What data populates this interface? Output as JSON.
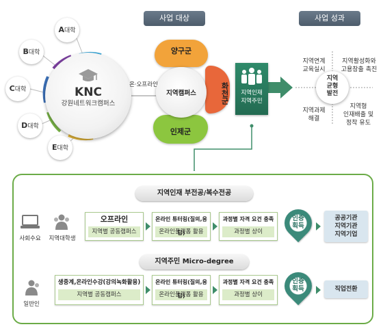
{
  "headers": {
    "target": "사업 대상",
    "outcome": "사업 성과"
  },
  "knc": {
    "title": "KNC",
    "subtitle": "강원네트워크캠퍼스"
  },
  "universities": [
    {
      "letter": "A",
      "suffix": "대학",
      "color": "#3fa9d8"
    },
    {
      "letter": "B",
      "suffix": "대학",
      "color": "#7a3f9d"
    },
    {
      "letter": "C",
      "suffix": "대학",
      "color": "#3b6fb6"
    },
    {
      "letter": "D",
      "suffix": "대학",
      "color": "#7ab547"
    },
    {
      "letter": "E",
      "suffix": "대학",
      "color": "#e8b93a"
    }
  ],
  "connector_label": "온·오프라인",
  "regional_campus": {
    "center": "지역캠퍼스",
    "top": "양구군",
    "right": "화천군",
    "bottom": "인제군",
    "colors": {
      "top": "#f2a33a",
      "right": "#e8673a",
      "bottom": "#8cc63f"
    }
  },
  "people": {
    "line1": "지역인재",
    "line2": "지역주민"
  },
  "outcomes": {
    "center_l1": "지역",
    "center_l2": "균형",
    "center_l3": "발전",
    "tl": [
      "지역연계",
      "교육실시"
    ],
    "tr": [
      "지역활성화와",
      "고용창출 촉진"
    ],
    "bl": [
      "지역과제",
      "해결"
    ],
    "br": [
      "지역형",
      "인재배출 및",
      "정착 유도"
    ]
  },
  "track1": {
    "title": "지역인재 부전공/복수전공",
    "icon1_label": "사회수요",
    "icon2_label": "지역대학생",
    "box1_top": "오프라인",
    "box1_bot": "지역별 공동캠퍼스",
    "box2_top": "온라인 튜터링(질의,응답)",
    "box2_bot": "온라인플랫폼 활용",
    "box3_top": "과정별 자격 요건 충족",
    "box3_bot": "과정별 상이",
    "pin": [
      "인증",
      "획득"
    ],
    "result": [
      "공공기관",
      "지역기관",
      "지역기업"
    ]
  },
  "track2": {
    "title": "지역주민 Micro-degree",
    "icon1_label": "일반인",
    "box1_top": "생중계,온라인수강(강의녹화활용)",
    "box1_bot": "지역별 공동캠퍼스",
    "box2_top": "온라인 튜터링(질의,응답)",
    "box2_bot": "온라인플랫폼 활용",
    "box3_top": "과정별 자격 요건 충족",
    "box3_bot": "과정별 상이",
    "pin": [
      "인증",
      "획득"
    ],
    "result": [
      "직업전환"
    ]
  },
  "icons": [
    "graduation-cap-icon",
    "people-icon",
    "laptop-icon",
    "person-icon",
    "location-pin-icon",
    "arrow-right-icon"
  ]
}
